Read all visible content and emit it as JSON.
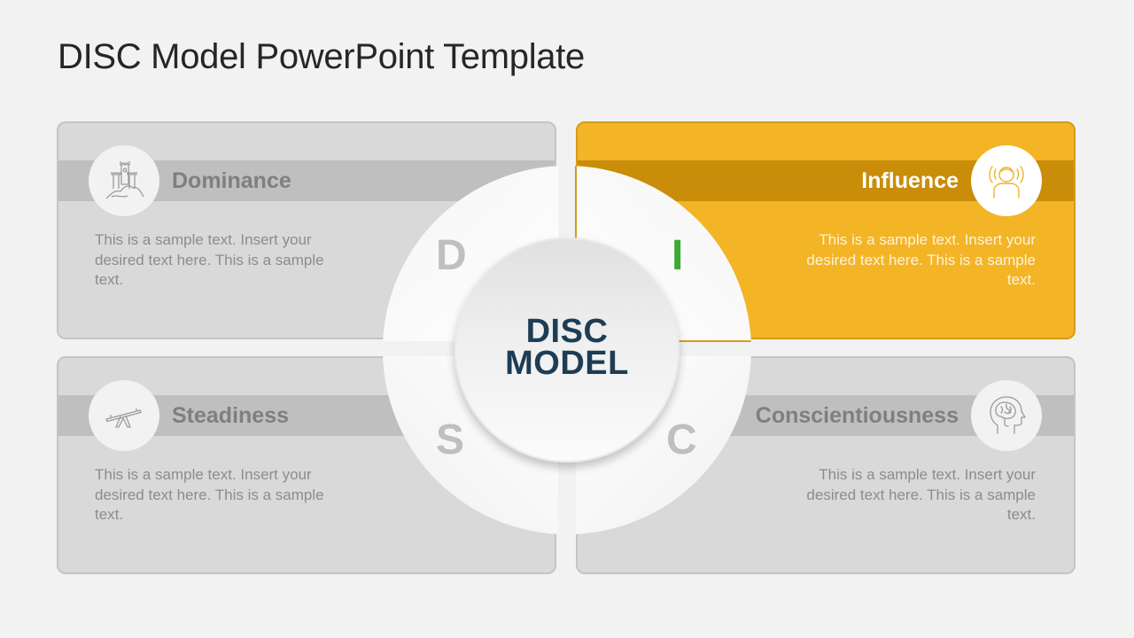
{
  "slide": {
    "title": "DISC Model PowerPoint Template"
  },
  "center": {
    "line1": "DISC",
    "line2": "MODEL"
  },
  "letters": {
    "d": "D",
    "i": "I",
    "s": "S",
    "c": "C"
  },
  "quadrants": [
    {
      "id": "dominance",
      "label": "Dominance",
      "text": "This is a sample text. Insert your desired text here. This is a sample text.",
      "icon": "castle-icon",
      "highlighted": false
    },
    {
      "id": "influence",
      "label": "Influence",
      "text": "This is a sample text. Insert your desired text here. This is a sample text.",
      "icon": "speaking-person-icon",
      "highlighted": true
    },
    {
      "id": "steadiness",
      "label": "Steadiness",
      "text": "This is a sample text. Insert your desired text here. This is a sample text.",
      "icon": "seesaw-icon",
      "highlighted": false
    },
    {
      "id": "conscientiousness",
      "label": "Conscientiousness",
      "text": "This is a sample text. Insert your desired text here. This is a sample text.",
      "icon": "brain-head-icon",
      "highlighted": false
    }
  ],
  "colors": {
    "background": "#f2f2f2",
    "panel_gray": "#d9d9d9",
    "band_gray": "#bfbfbf",
    "panel_gold": "#f3b426",
    "band_gold": "#c98d0a",
    "center_text": "#1d3d55",
    "letter_i": "#3aaa35",
    "letter_gray": "#bfbfbf"
  }
}
